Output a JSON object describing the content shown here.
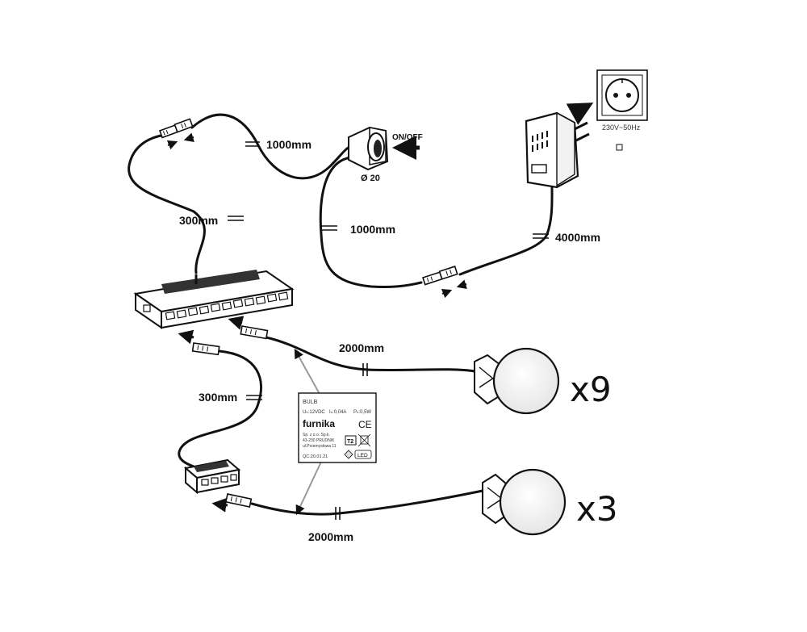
{
  "labels": {
    "cable_top": "1000mm",
    "cable_switch_down": "1000mm",
    "cable_left": "300mm",
    "cable_adapter": "4000mm",
    "cable_bulb_top": "2000mm",
    "cable_lower_left": "300mm",
    "cable_bulb_bottom": "2000mm",
    "switch_caption": "ON/OFF",
    "switch_diameter": "Ø 20",
    "socket_rating": "230V~50Hz"
  },
  "multipliers": {
    "top": "x9",
    "bottom": "x3"
  },
  "product_label": {
    "code": "BULB",
    "spec_u": "Uₙ:12VDC",
    "spec_i": "Iₙ:0,04A",
    "spec_p": "Pₙ:0,5W",
    "brand": "furnika",
    "ce_mark": "CE",
    "company_line1": "Sp. z o.o. Sp.k.",
    "company_line2": "43-230 PRUDNIK",
    "company_line3": "ul.Przemysłowa 11",
    "qc": "QC:20.01.21",
    "class_mark": "T2",
    "led_mark": "LED"
  },
  "colors": {
    "line": "#111111",
    "arrow": "#111111",
    "leader": "#999999"
  }
}
